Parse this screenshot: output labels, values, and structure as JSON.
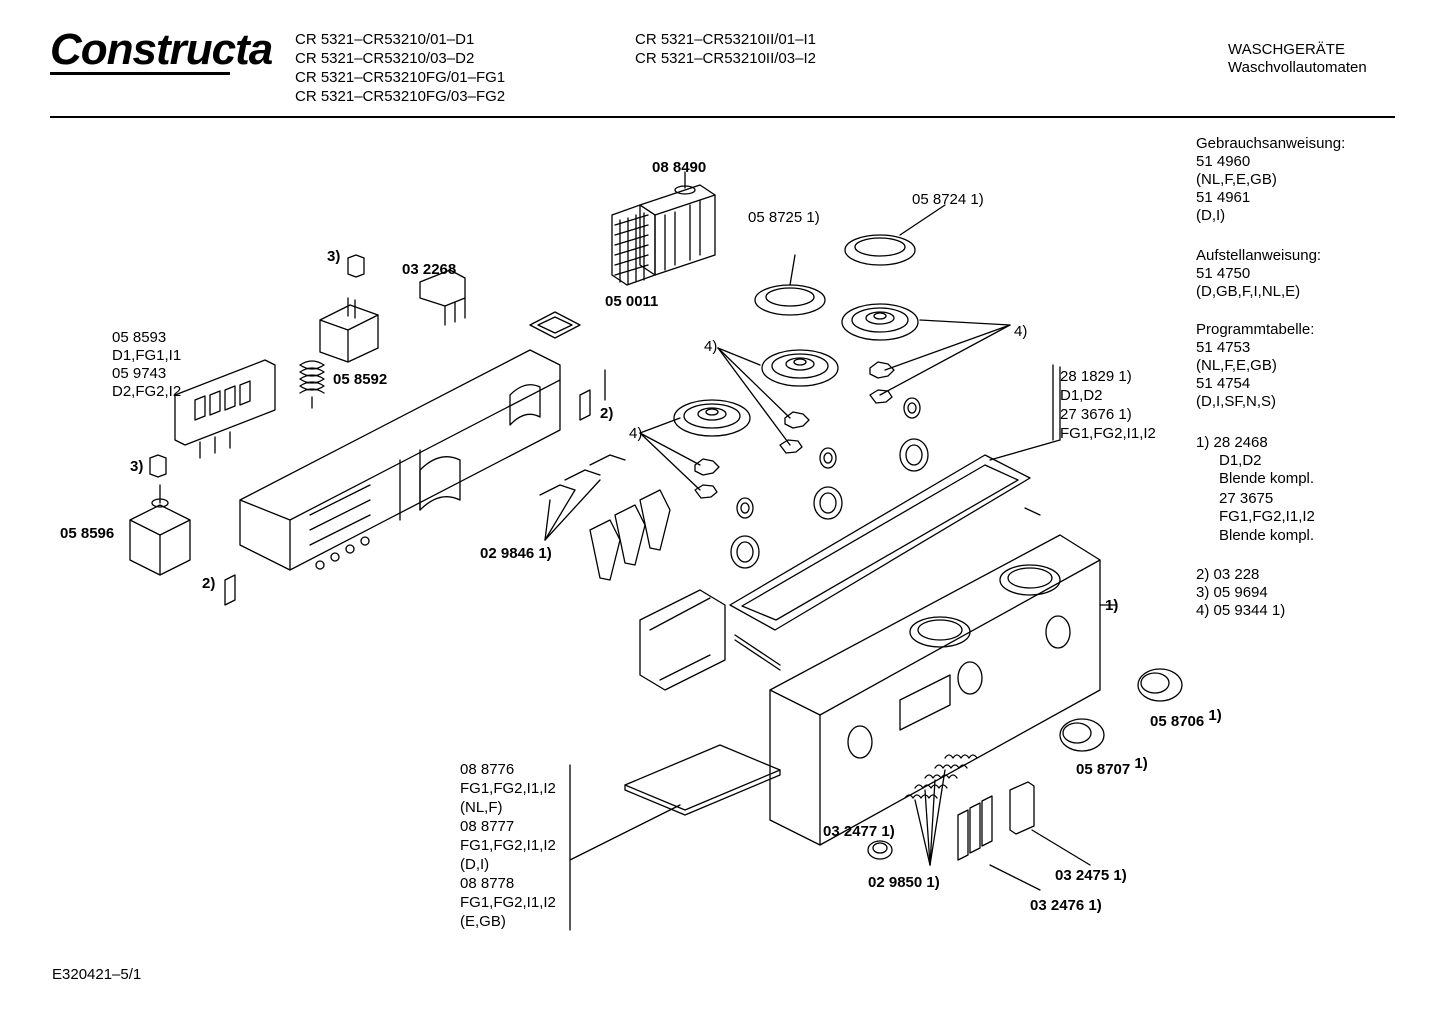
{
  "header": {
    "brand": "Constructa",
    "models_col1": [
      "CR 5321–CR53210/01–D1",
      "CR 5321–CR53210/03–D2",
      "CR 5321–CR53210FG/01–FG1",
      "CR 5321–CR53210FG/03–FG2"
    ],
    "models_col2": [
      "CR 5321–CR53210II/01–I1",
      "CR 5321–CR53210II/03–I2"
    ],
    "category": "WASCHGERÄTE",
    "subcategory": "Waschvollautomaten"
  },
  "sidebar": {
    "gebrauch_title": "Gebrauchsanweisung:",
    "gebrauch_lines": [
      "51 4960",
      "(NL,F,E,GB)",
      "51 4961",
      "(D,I)"
    ],
    "aufstell_title": "Aufstellanweisung:",
    "aufstell_lines": [
      "51 4750",
      "(D,GB,F,I,NL,E)"
    ],
    "programm_title": "Programmtabelle:",
    "programm_lines": [
      "51 4753",
      "(NL,F,E,GB)",
      "51 4754",
      "(D,I,SF,N,S)"
    ],
    "note1": [
      "1)  28 2468",
      "D1,D2",
      "Blende kompl.",
      "27 3675",
      "FG1,FG2,I1,I2",
      "Blende kompl."
    ],
    "note2": "2)  03 228",
    "note3": "3)  05 9694",
    "note4": "4)  05 9344 1)"
  },
  "labels": {
    "p088490": "08 8490",
    "p050011": "05 0011",
    "p058725": "05 8725 1)",
    "p058724": "05 8724 1)",
    "p3a": "3)",
    "p032268": "03 2268",
    "p058592": "05 8592",
    "p058593_lines": [
      "05 8593",
      "D1,FG1,I1",
      "05 9743",
      "D2,FG2,I2"
    ],
    "p4a": "4)",
    "p4b": "4)",
    "p4c": "4)",
    "p2a": "2)",
    "p3b": "3)",
    "p058596": "05 8596",
    "p2b": "2)",
    "p029846": "02 9846 1)",
    "p281829_lines": [
      "28 1829 1)",
      "D1,D2",
      "27 3676 1)",
      "FG1,FG2,I1,I2"
    ],
    "p1": "1)",
    "p058706": "05 8706",
    "p058707": "05 8707",
    "sup1": "1)",
    "p088776_lines": [
      "08 8776",
      "FG1,FG2,I1,I2",
      "(NL,F)",
      "08 8777",
      "FG1,FG2,I1,I2",
      "(D,I)",
      "08 8778",
      "FG1,FG2,I1,I2",
      "(E,GB)"
    ],
    "p032477": "03 2477 1)",
    "p029850": "02 9850 1)",
    "p032475": "03 2475 1)",
    "p032476": "03 2476 1)"
  },
  "footer": {
    "code": "E320421–5/1"
  }
}
